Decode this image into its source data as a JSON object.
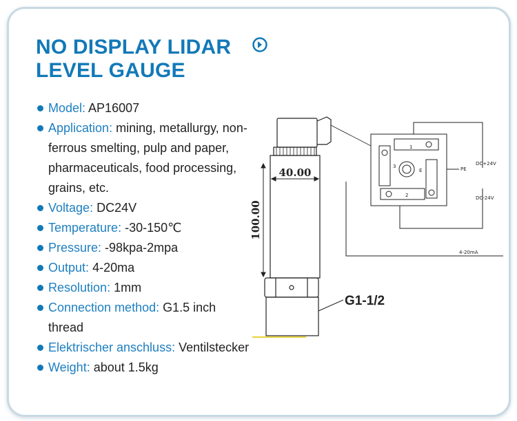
{
  "title": "NO DISPLAY LIDAR LEVEL GAUGE",
  "icons": {
    "title_arrow": "circle-arrow-right-icon"
  },
  "specs": [
    {
      "label": "Model",
      "value": "AP16007"
    },
    {
      "label": "Application",
      "value": "mining, metallurgy, non-ferrous smelting, pulp and paper, pharmaceuticals, food processing, grains, etc."
    },
    {
      "label": "Voltage",
      "value": "DC24V"
    },
    {
      "label": "Temperature",
      "value": "-30-150℃"
    },
    {
      "label": "Pressure",
      "value": "-98kpa-2mpa"
    },
    {
      "label": "Output",
      "value": "4-20ma"
    },
    {
      "label": "Resolution",
      "value": "1mm"
    },
    {
      "label": "Connection method",
      "value": "G1.5 inch thread"
    },
    {
      "label": "Elektrischer anschluss",
      "value": "Ventilstecker"
    },
    {
      "label": "Weight",
      "value": "about 1.5kg"
    }
  ],
  "diagram": {
    "dim_width": "40.00",
    "dim_height": "100.00",
    "thread_label": "G1-1/2",
    "terminal_1": "1",
    "terminal_2": "2",
    "terminal_3": "3",
    "terminal_e": "E",
    "pe_label": "PE",
    "dc_plus": "DC+24V",
    "dc_minus": "DC-24V",
    "output_label": "4-20mA"
  },
  "colors": {
    "accent": "#1279b8",
    "border": "#c8d9e3"
  }
}
